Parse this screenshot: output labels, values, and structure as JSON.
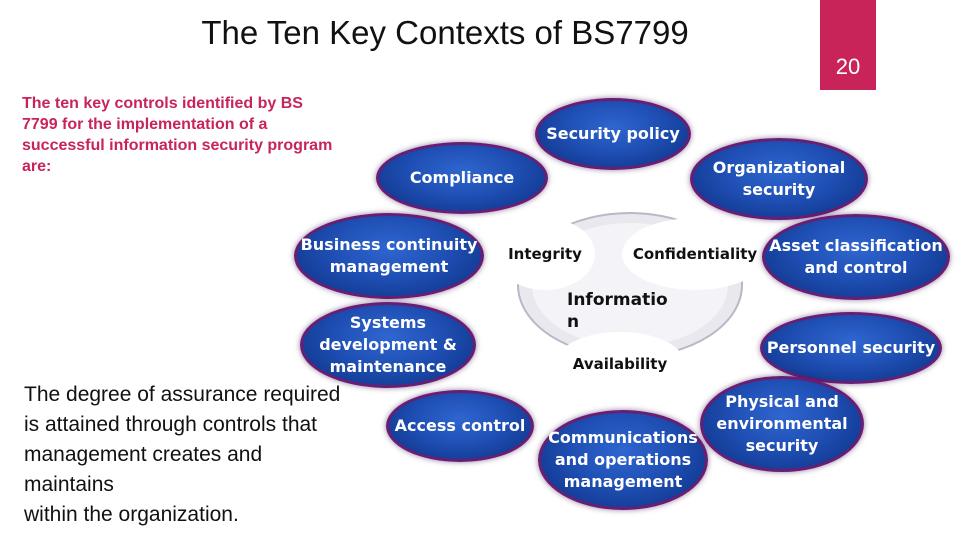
{
  "slide": {
    "title": "The Ten Key Contexts of BS7799",
    "page_number": "20",
    "intro": "The ten key controls identified by BS 7799 for the implementation of a successful information security program are:",
    "summary_lines": [
      "The degree of assurance required",
      "is attained through controls that",
      "management creates and",
      "maintains",
      "within the organization."
    ]
  },
  "diagram": {
    "center": {
      "integrity": "Integrity",
      "confidentiality": "Confidentiality",
      "information": "Informatio\nn",
      "availability": "Availability"
    },
    "nodes": [
      {
        "id": "security-policy",
        "label": "Security policy"
      },
      {
        "id": "organizational-security",
        "label": "Organizational\nsecurity"
      },
      {
        "id": "compliance",
        "label": "Compliance"
      },
      {
        "id": "business-continuity",
        "label": "Business continuity\nmanagement"
      },
      {
        "id": "asset-classification",
        "label": "Asset classification\nand control"
      },
      {
        "id": "systems-development",
        "label": "Systems\ndevelopment &\nmaintenance"
      },
      {
        "id": "personnel-security",
        "label": "Personnel security"
      },
      {
        "id": "access-control",
        "label": "Access control"
      },
      {
        "id": "physical-environmental",
        "label": "Physical and\nenvironmental\nsecurity"
      },
      {
        "id": "communications-operations",
        "label": "Communications\nand operations\nmanagement"
      }
    ],
    "colors": {
      "node_fill": "#1f4fb4",
      "node_border": "#6a1e73",
      "accent": "#c8245a"
    }
  }
}
